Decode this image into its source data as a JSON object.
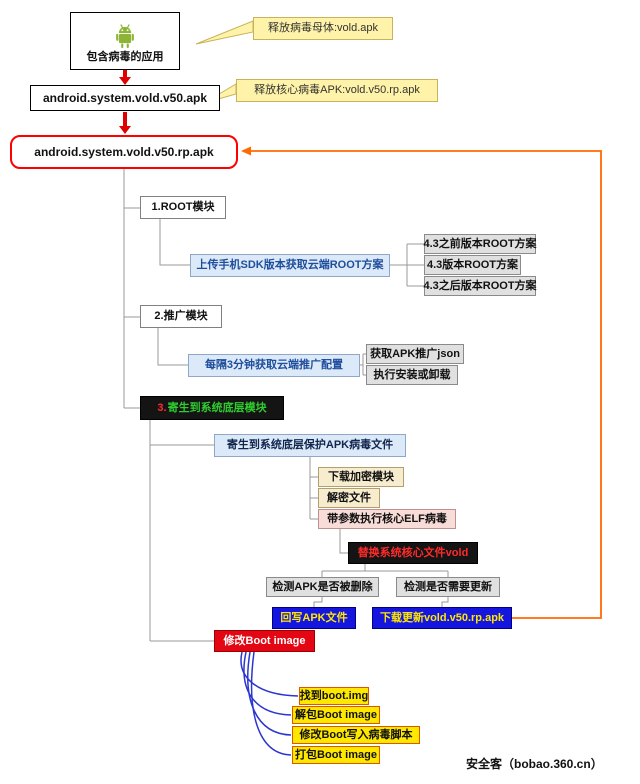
{
  "diagram_title_context": "Android vold virus behavior flow",
  "nodes": {
    "app": {
      "label": "包含病毒的应用"
    },
    "callout_mother": {
      "label": "释放病毒母体:vold.apk"
    },
    "apk_dropper": {
      "label": "android.system.vold.v50.apk"
    },
    "callout_core": {
      "label": "释放核心病毒APK:vold.v50.rp.apk"
    },
    "main_apk": {
      "label": "android.system.vold.v50.rp.apk"
    },
    "root_module": {
      "label": "1.ROOT模块"
    },
    "root_upload": {
      "label": "上传手机SDK版本获取云端ROOT方案"
    },
    "root_sol_pre": {
      "label": "4.3之前版本ROOT方案"
    },
    "root_sol_43": {
      "label": "4.3版本ROOT方案"
    },
    "root_sol_post": {
      "label": "4.3之后版本ROOT方案"
    },
    "promo_module": {
      "label": "2.推广模块"
    },
    "promo_config": {
      "label": "每隔3分钟获取云端推广配置"
    },
    "promo_json": {
      "label": "获取APK推广json"
    },
    "promo_exec": {
      "label": "执行安装或卸载"
    },
    "parasite_module": {
      "num": "3.",
      "label": "寄生到系统底层模块"
    },
    "parasite_protect": {
      "label": "寄生到系统底层保护APK病毒文件"
    },
    "dl_encrypt": {
      "label": "下载加密模块"
    },
    "decrypt_file": {
      "label": "解密文件"
    },
    "elf_exec": {
      "label": "带参数执行核心ELF病毒"
    },
    "replace_vold": {
      "label": "替换系统核心文件vold"
    },
    "check_delete": {
      "label": "检测APK是否被删除"
    },
    "check_update": {
      "label": "检测是否需要更新"
    },
    "rewrite_apk": {
      "label": "回写APK文件"
    },
    "dl_update": {
      "label": "下载更新vold.v50.rp.apk"
    },
    "modify_boot": {
      "label": "修改Boot image"
    },
    "boot_find": {
      "label": "找到boot.img"
    },
    "boot_unpack": {
      "label": "解包Boot image"
    },
    "boot_script": {
      "label": "修改Boot写入病毒脚本"
    },
    "boot_pack": {
      "label": "打包Boot image"
    }
  },
  "watermark": "安全客（bobao.360.cn）",
  "colors": {
    "arrow_red": "#e00000",
    "feedback_orange": "#ff6a00",
    "callout_yellow": "#fff3a9",
    "node_blue": "#1515e0",
    "highlight_yellow": "#ffe800",
    "android_green": "#8db437",
    "connector_gray": "#999999",
    "boot_curve_blue": "#2b35d0"
  }
}
